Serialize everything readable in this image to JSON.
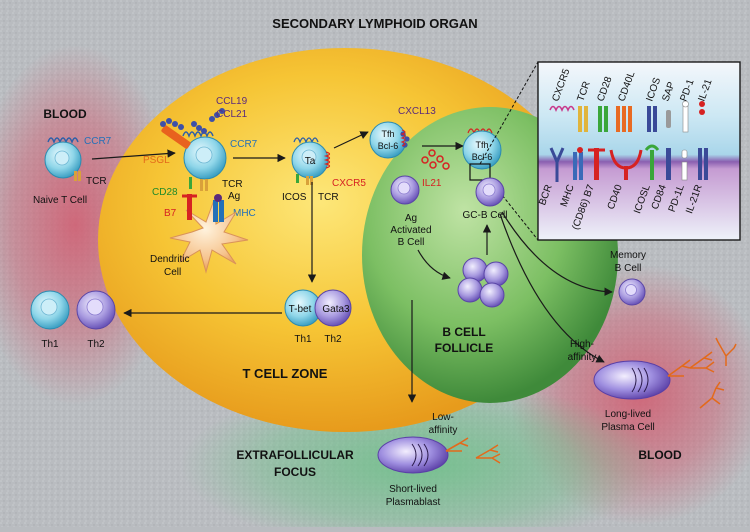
{
  "title": "SECONDARY LYMPHOID ORGAN",
  "regions": {
    "blood_left": "BLOOD",
    "blood_right": "BLOOD",
    "t_cell_zone": "T CELL ZONE",
    "b_cell_follicle_1": "B CELL",
    "b_cell_follicle_2": "FOLLICLE",
    "extrafollicular_1": "EXTRAFOLLICULAR",
    "extrafollicular_2": "FOCUS"
  },
  "cells": {
    "naive": {
      "receptor": "CCR7",
      "tcr": "TCR",
      "label": "Naive T Cell"
    },
    "primed": {
      "psgl": "PSGL",
      "ccr7": "CCR7",
      "ccl19": "CCL19",
      "ccl21": "CCL21",
      "cd28": "CD28",
      "tcr": "TCR",
      "ag": "Ag",
      "b7": "B7",
      "mhc": "MHC"
    },
    "dendritic": {
      "line1": "Dendritic",
      "line2": "Cell"
    },
    "ta": {
      "label": "Ta",
      "icos": "ICOS",
      "tcr": "TCR",
      "cxcr5": "CXCR5"
    },
    "tfh1": {
      "line1": "Tfh",
      "line2": "Bcl-6",
      "cxcl13": "CXCL13"
    },
    "tfh2": {
      "line1": "Tfh",
      "line2": "Bcl-6"
    },
    "il21": "IL21",
    "gcb": "GC-B Cell",
    "ag_b": {
      "line1": "Ag",
      "line2": "Activated",
      "line3": "B Cell"
    },
    "tbet": "T-bet",
    "gata3": "Gata3",
    "th1_small": "Th1",
    "th2_small": "Th2",
    "th1": "Th1",
    "th2": "Th2",
    "memory": {
      "line1": "Memory",
      "line2": "B Cell"
    },
    "high_aff": {
      "line1": "High-",
      "line2": "affinity"
    },
    "long_lived": {
      "line1": "Long-lived",
      "line2": "Plasma Cell"
    },
    "low_aff": {
      "line1": "Low-",
      "line2": "affinity"
    },
    "short_lived": {
      "line1": "Short-lived",
      "line2": "Plasmablast"
    }
  },
  "inset": {
    "top": [
      "CXCR5",
      "TCR",
      "CD28",
      "CD40L",
      "ICOS",
      "SAP",
      "PD-1",
      "IL-21"
    ],
    "bottom": [
      "BCR",
      "MHC",
      "(CD86) B7",
      "CD40",
      "ICOSL",
      "CD84",
      "PD-1L",
      "IL-21R"
    ]
  },
  "colors": {
    "background": "#b9bcc0",
    "t_zone": "#f2b72c",
    "follicle": "#4f9a45",
    "t_cell": "#8fd6e9",
    "b_cell": "#9f90d6",
    "blood_glow": "#d25a6e",
    "extrafollicular_glow": "#6fc08a",
    "arrow": "#1a1a1a",
    "red_label": "#d62222",
    "blue_label": "#2470b8",
    "green_label": "#1f8a2a",
    "orange_label": "#e36a1b",
    "purple_label": "#5b2b7c"
  }
}
